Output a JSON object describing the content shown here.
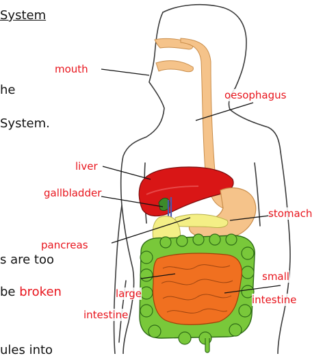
{
  "background_text": {
    "heading_fragment": "System",
    "line1_fragment": "he",
    "line2_fragment": "System.",
    "line3_fragment": "s are too",
    "line4_prefix": "be",
    "line4_highlight": "broken",
    "line5_fragment": "ules into"
  },
  "labels": {
    "mouth": "mouth",
    "oesophagus": "oesophagus",
    "liver": "liver",
    "gallbladder": "gallbladder",
    "stomach": "stomach",
    "pancreas": "pancreas",
    "small_line1": "small",
    "small_line2": "intestine",
    "large_line1": "large",
    "large_line2": "intestine"
  },
  "colors": {
    "label_red": "#e8141c",
    "body_outline": "#3a3a3a",
    "oesophagus_tan": "#f5c38a",
    "liver_red": "#d91616",
    "gallbladder_green": "#3c8a2a",
    "pancreas_yellow": "#f4ef86",
    "large_intestine_green": "#79c83a",
    "small_intestine_orange": "#f07020"
  }
}
